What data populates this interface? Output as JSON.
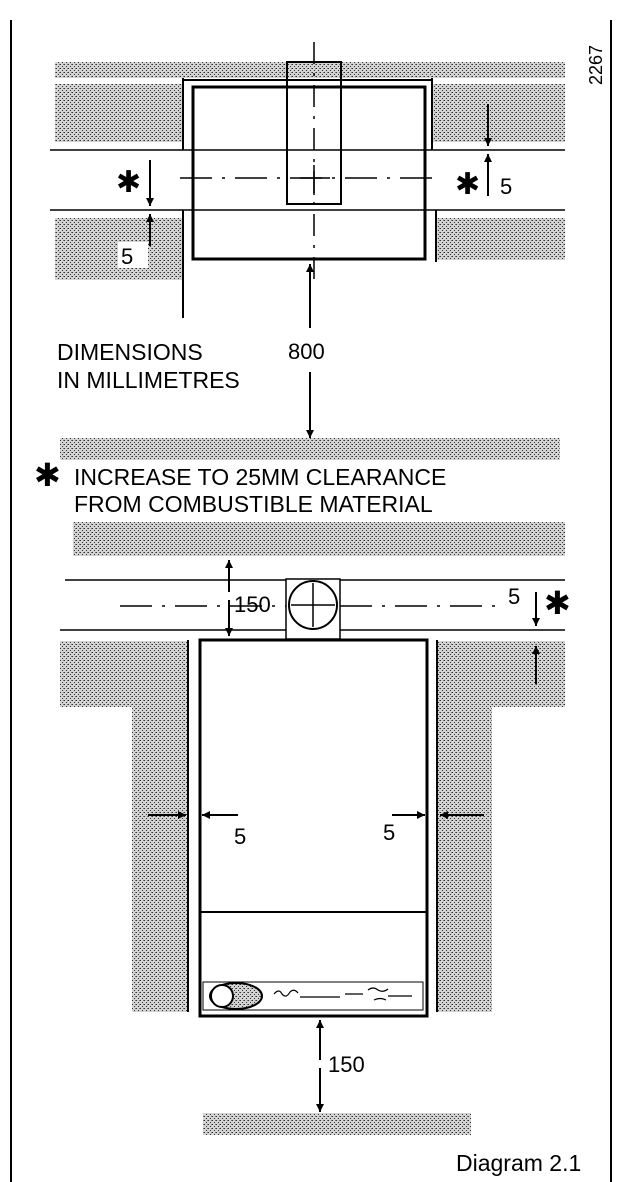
{
  "figure_id": "2267",
  "caption": "Diagram 2.1",
  "notes": {
    "units_line1": "DIMENSIONS",
    "units_line2": "IN MILLIMETRES",
    "asterisk": "✱",
    "combustible_line1": "INCREASE TO 25MM CLEARANCE",
    "combustible_line2": "FROM COMBUSTIBLE MATERIAL"
  },
  "top_view": {
    "front_clearance": "800",
    "flue_clearance_right": "5",
    "flue_clearance_left": "5"
  },
  "front_view": {
    "top_clearance": "150",
    "flue_clearance": "5",
    "left_clearance": "5",
    "right_clearance": "5",
    "bottom_clearance": "150"
  }
}
